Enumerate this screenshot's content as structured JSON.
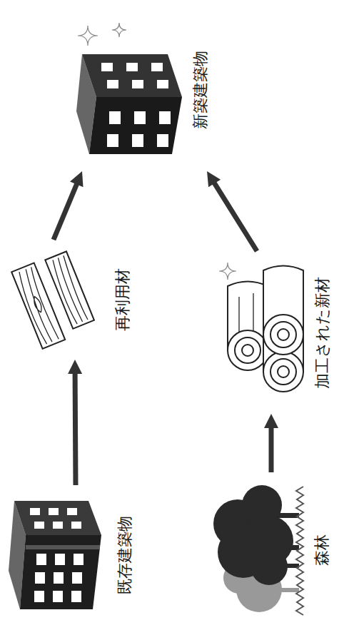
{
  "diagram": {
    "nodes": [
      {
        "text": [
          "既存建築物"
        ]
      },
      {
        "text": [
          "再利用材"
        ]
      },
      {
        "text": [
          "新築建築物"
        ]
      },
      {
        "text": [
          "森林"
        ]
      },
      {
        "text": [
          "加工された新材"
        ]
      }
    ],
    "edges": [
      {
        "from": 0,
        "to": 1,
        "arrow": "to"
      },
      {
        "from": 1,
        "to": 2,
        "arrow": "to"
      },
      {
        "from": 3,
        "to": 4,
        "arrow": "to"
      },
      {
        "from": 4,
        "to": 2,
        "arrow": "to"
      }
    ]
  }
}
